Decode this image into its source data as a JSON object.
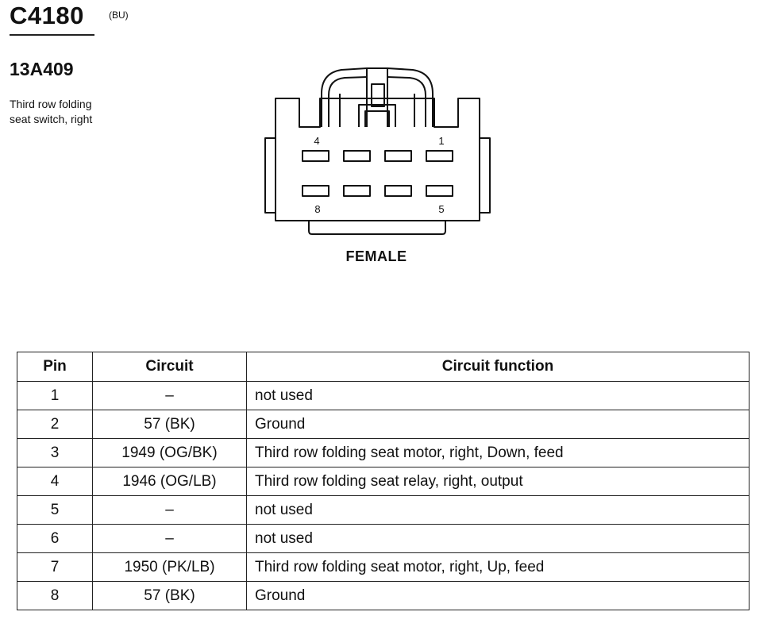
{
  "connector": {
    "id": "C4180",
    "color": "(BU)",
    "part_number": "13A409",
    "description_lines": [
      "Third row folding",
      "seat switch, right"
    ],
    "gender": "FEMALE",
    "pin_labels": {
      "top_left": "4",
      "top_right": "1",
      "bottom_left": "8",
      "bottom_right": "5"
    }
  },
  "table": {
    "headers": {
      "pin": "Pin",
      "circuit": "Circuit",
      "function": "Circuit function"
    },
    "rows": [
      {
        "pin": "1",
        "circuit": "–",
        "function": "not used"
      },
      {
        "pin": "2",
        "circuit": "57 (BK)",
        "function": "Ground"
      },
      {
        "pin": "3",
        "circuit": "1949 (OG/BK)",
        "function": "Third row folding seat motor, right, Down, feed"
      },
      {
        "pin": "4",
        "circuit": "1946 (OG/LB)",
        "function": "Third row folding seat relay, right, output"
      },
      {
        "pin": "5",
        "circuit": "–",
        "function": "not used"
      },
      {
        "pin": "6",
        "circuit": "–",
        "function": "not used"
      },
      {
        "pin": "7",
        "circuit": "1950 (PK/LB)",
        "function": "Third row folding seat motor, right, Up, feed"
      },
      {
        "pin": "8",
        "circuit": "57 (BK)",
        "function": "Ground"
      }
    ]
  }
}
